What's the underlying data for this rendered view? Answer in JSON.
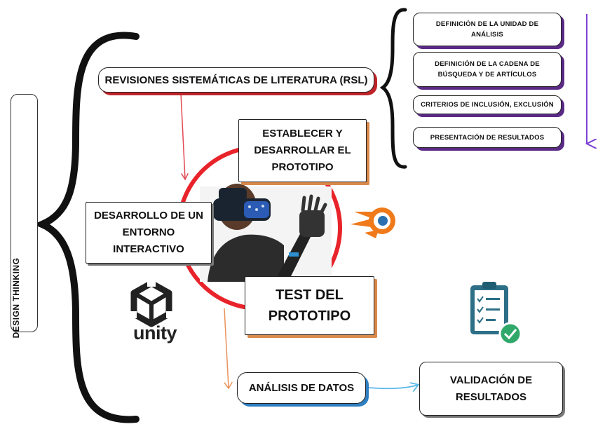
{
  "side_label": "DESIGN THINKING",
  "rsl": "REVISIONES SISTEMÁTICAS DE LITERATURA (RSL)",
  "rsl_steps": [
    {
      "line1": "DEFINICIÓN DE LA UNIDAD DE",
      "line2": "ANÁLISIS"
    },
    {
      "line1": "DEFINICIÓN DE LA CADENA DE",
      "line2": "BÚSQUEDA Y  DE ARTÍCULOS"
    },
    {
      "line1": "CRITERIOS DE INCLUSIÓN, EXCLUSIÓN"
    },
    {
      "line1": "PRESENTACIÓN DE RESULTADOS"
    }
  ],
  "establecer": {
    "line1": "ESTABLECER Y",
    "line2": "DESARROLLAR EL",
    "line3": "PROTOTIPO"
  },
  "entorno": {
    "line1": "DESARROLLO DE UN",
    "line2": "ENTORNO",
    "line3": "INTERACTIVO"
  },
  "test": {
    "line1": "TEST DEL",
    "line2": "PROTOTIPO"
  },
  "analisis": "ANÁLISIS DE DATOS",
  "validacion": {
    "line1": "VALIDACIÓN DE",
    "line2": "RESULTADOS"
  },
  "unity_logo_text": "unity",
  "colors": {
    "cycle_red": "#e8232a",
    "rsl_arrow_red": "#e24a55",
    "analysis_arrow_orange": "#e8925a",
    "validation_arrow_blue": "#5bb8e8",
    "purple_arrow": "#7b3fd4",
    "blender_orange": "#f07a1a",
    "blender_blue": "#2a6fb0",
    "checklist_teal": "#2d6f86",
    "check_green": "#2fa86a"
  },
  "icons": [
    "design-thinking-infinity-icon",
    "vr-user-photo",
    "blender-logo-icon",
    "unity-logo-icon",
    "checklist-icon"
  ]
}
